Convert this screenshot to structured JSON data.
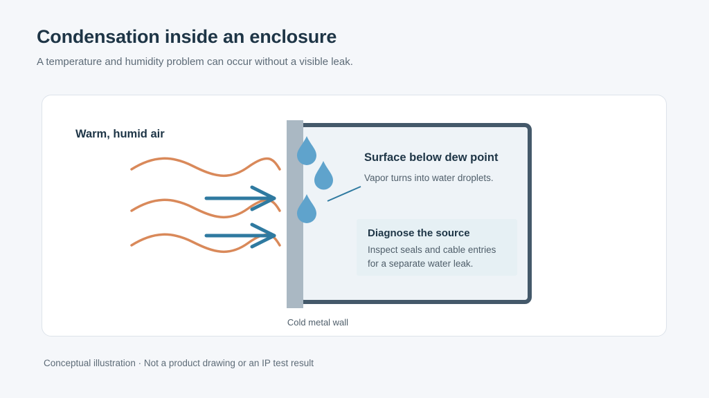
{
  "header": {
    "title": "Condensation inside an enclosure",
    "subtitle": "A temperature and humidity problem can occur without a visible leak."
  },
  "diagram": {
    "air_label": "Warm, humid air",
    "wall_label": "Cold metal wall",
    "dew_point_title": "Surface below dew point",
    "dew_point_text": "Vapor turns into water droplets.",
    "diagnose_title": "Diagnose the source",
    "diagnose_line1": "Inspect seals and cable entries",
    "diagnose_line2": "for a separate water leak.",
    "colors": {
      "warm_air": "#d9895a",
      "arrow": "#2f7aa0",
      "droplet": "#5fa3cc",
      "wall": "#aab8c3",
      "enclosure_border": "#44596a",
      "enclosure_fill": "#eef3f7",
      "info_box": "#e6f0f4"
    }
  },
  "footer": {
    "note": "Conceptual illustration · Not a product drawing or an IP test result"
  }
}
